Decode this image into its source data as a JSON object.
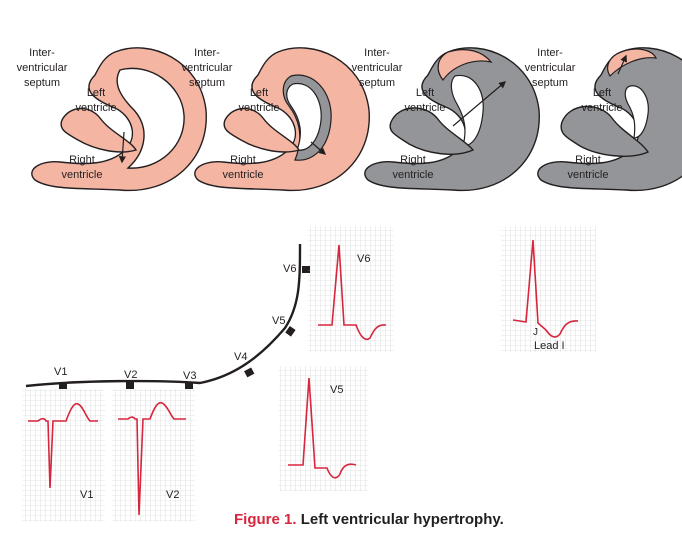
{
  "heart_panels": [
    {
      "septum_label": [
        "Inter-",
        "ventricular",
        "septum"
      ],
      "left_label": [
        "Left",
        "ventricle"
      ],
      "right_label": [
        "Right",
        "ventricle"
      ]
    },
    {
      "septum_label": [
        "Inter-",
        "ventricular",
        "septum"
      ],
      "left_label": [
        "Left",
        "ventricle"
      ],
      "right_label": [
        "Right",
        "ventricle"
      ]
    },
    {
      "septum_label": [
        "Inter-",
        "ventricular",
        "septum"
      ],
      "left_label": [
        "Left",
        "ventricle"
      ],
      "right_label": [
        "Right",
        "ventricle"
      ]
    },
    {
      "septum_label": [
        "Inter-",
        "ventricular",
        "septum"
      ],
      "left_label": [
        "Left",
        "ventricle"
      ],
      "right_label": [
        "Right",
        "ventricle"
      ]
    }
  ],
  "chest_leads": [
    "V1",
    "V2",
    "V3",
    "V4",
    "V5",
    "V6"
  ],
  "ecg_panels": {
    "v1": "V1",
    "v2": "V2",
    "v5": "V5",
    "v6": "V6",
    "lead_i": "Lead I",
    "j_point": "J"
  },
  "caption": {
    "number": "Figure 1.",
    "title": "Left ventricular hypertrophy."
  },
  "colors": {
    "tissue_pink": "#f5b5a3",
    "hypertrophy_gray": "#939598",
    "ecg_trace": "#d7263d",
    "grid": "#c9cacc",
    "outline": "#231f20"
  }
}
